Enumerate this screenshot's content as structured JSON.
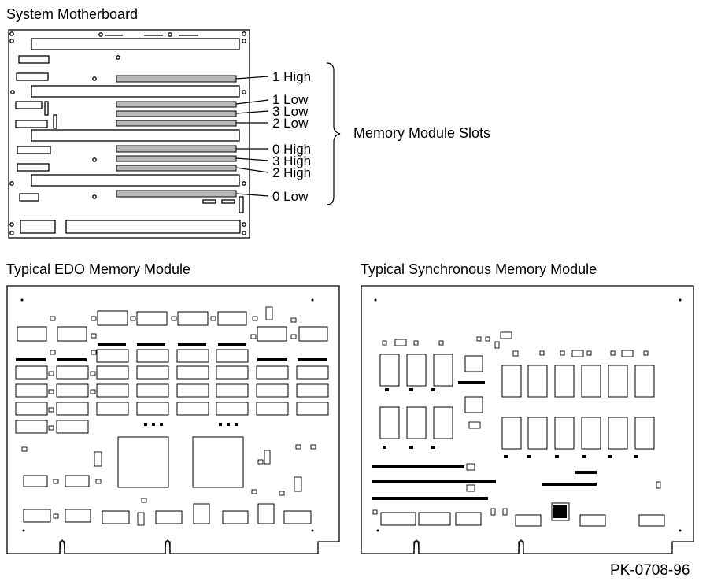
{
  "motherboard": {
    "title": "System Motherboard",
    "slots": [
      {
        "label": "1 High"
      },
      {
        "label": "1 Low"
      },
      {
        "label": "3 Low"
      },
      {
        "label": "2 Low"
      },
      {
        "label": "0 High"
      },
      {
        "label": "3 High"
      },
      {
        "label": "2 High"
      },
      {
        "label": "0 Low"
      }
    ],
    "slots_group_label": "Memory Module Slots"
  },
  "edo_module": {
    "title": "Typical EDO Memory Module"
  },
  "sync_module": {
    "title": "Typical Synchronous Memory Module"
  },
  "figure_id": "PK-0708-96"
}
